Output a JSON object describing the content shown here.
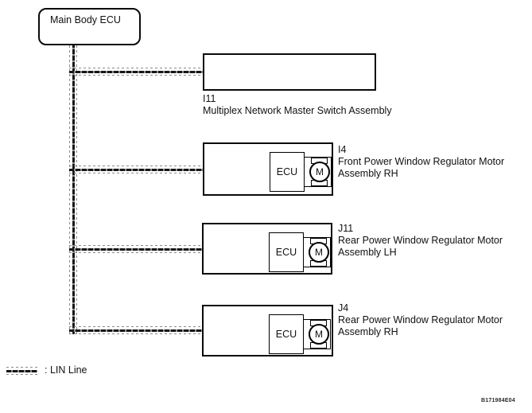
{
  "diagram": {
    "title_box": {
      "label": "Main Body ECU"
    },
    "nodes": [
      {
        "code": "I11",
        "name_line1": "Multiplex Network Master Switch Assembly"
      },
      {
        "code": "I4",
        "name_line1": "Front Power Window Regulator Motor",
        "name_line2": "Assembly RH",
        "ecu_label": "ECU",
        "motor_label": "M"
      },
      {
        "code": "J11",
        "name_line1": "Rear Power Window Regulator Motor",
        "name_line2": "Assembly LH",
        "ecu_label": "ECU",
        "motor_label": "M"
      },
      {
        "code": "J4",
        "name_line1": "Rear Power Window Regulator Motor",
        "name_line2": "Assembly RH",
        "ecu_label": "ECU",
        "motor_label": "M"
      }
    ],
    "legend": {
      "label": ": LIN Line"
    },
    "figure_code": "B171984E04",
    "colors": {
      "line_thick": "#161616",
      "line_thin": "#8a8a8a",
      "box_border": "#0a0a0a"
    }
  }
}
